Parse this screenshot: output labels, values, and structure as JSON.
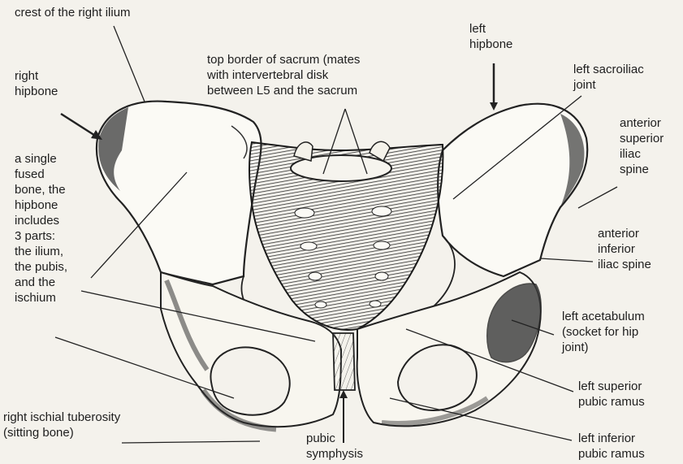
{
  "labels": {
    "crest_right_ilium": "crest of the right ilium",
    "right_hipbone": "right\nhipbone",
    "single_fused_bone": "a single\nfused\nbone, the\nhipbone\nincludes\n3 parts:\nthe ilium,\nthe pubis,\nand the\nischium",
    "right_ischial_tuberosity": "right ischial tuberosity\n(sitting bone)",
    "top_border_sacrum": "top border of sacrum (mates\nwith intervertebral disk\nbetween L5 and the sacrum",
    "left_hipbone": "left\nhipbone",
    "left_sacroiliac_joint": "left sacroiliac\njoint",
    "anterior_superior_iliac_spine": "anterior\nsuperior\niliac\nspine",
    "anterior_inferior_iliac_spine": "anterior\ninferior\niliac spine",
    "left_acetabulum": "left acetabulum\n(socket for hip\njoint)",
    "left_superior_pubic_ramus": "left superior\npubic ramus",
    "left_inferior_pubic_ramus": "left inferior\npubic ramus",
    "pubic_symphysis": "pubic\nsymphysis"
  }
}
